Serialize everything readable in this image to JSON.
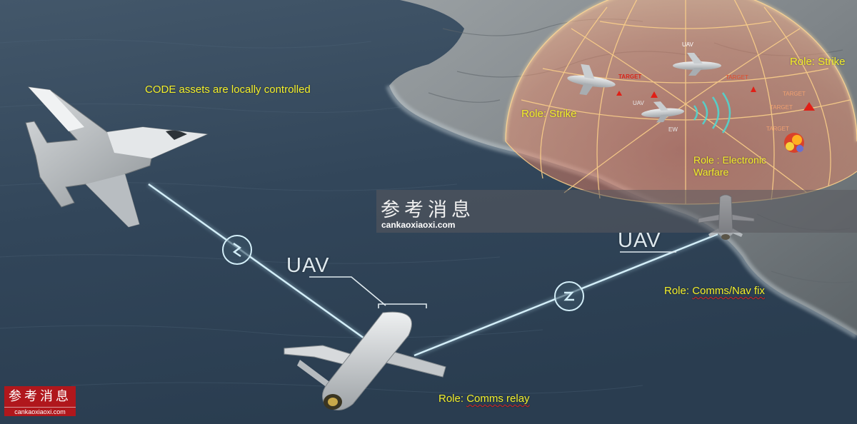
{
  "labels": {
    "code_assets": "CODE assets are locally  controlled",
    "uav_left": "UAV",
    "uav_right": "UAV",
    "role_strike_right": "Role:  Strike",
    "role_strike_left": "Role:  Strike",
    "role_ew_line1": "Role :  Electronic",
    "role_ew_line2": "Warfare",
    "role_nav_prefix": "Role:  ",
    "role_nav_value": "Comms/Nav fix",
    "role_relay_prefix": "Role:  ",
    "role_relay_value": "Comms relay"
  },
  "dome_labels": {
    "uav_top": "UAV",
    "target_1": "TARGET",
    "target_2": "TARGET",
    "target_3": "TARGET",
    "target_4": "TARGET",
    "target_5": "TARGET",
    "uav_mid": "UAV",
    "ew": "EW"
  },
  "watermark": {
    "chinese": "参考消息",
    "url": "cankaoxiaoxi.com"
  },
  "logo": {
    "chinese": "参考消息",
    "url": "cankaoxiaoxi.com"
  },
  "colors": {
    "label_yellow": "#f3ef2a",
    "link_line": "#bfe6f5",
    "dome_fill": "#e3785f",
    "dome_grid": "#ffd38a",
    "target_red": "#e11f16",
    "logo_red": "#b0171c"
  },
  "icons": [
    "manned-fighter-jet-icon",
    "relay-uav-icon",
    "strike-uav-icon",
    "ew-uav-icon",
    "nav-uav-icon",
    "datalink-node-icon",
    "target-triangle-icon",
    "explosion-icon",
    "radio-waves-icon"
  ]
}
